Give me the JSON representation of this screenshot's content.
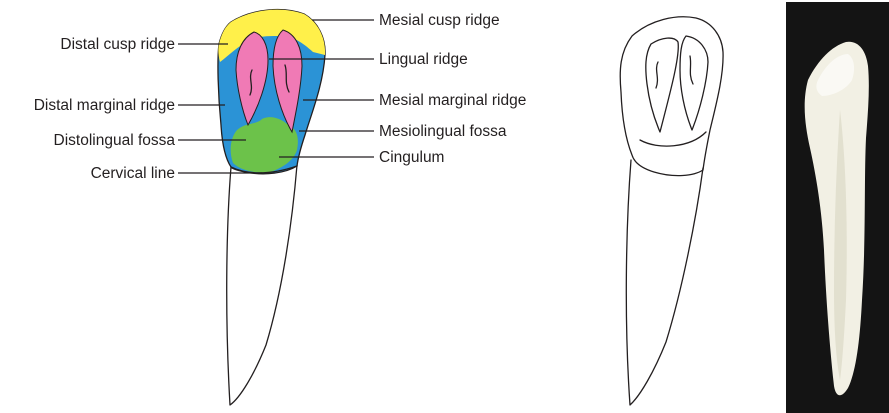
{
  "labels": {
    "left": {
      "distal_cusp_ridge": "Distal cusp ridge",
      "distal_marginal_ridge": "Distal marginal ridge",
      "distolingual_fossa": "Distolingual fossa",
      "cervical_line": "Cervical line"
    },
    "right": {
      "mesial_cusp_ridge": "Mesial cusp ridge",
      "lingual_ridge": "Lingual ridge",
      "mesial_marginal_ridge": "Mesial marginal ridge",
      "mesiolingual_fossa": "Mesiolingual fossa",
      "cingulum": "Cingulum"
    }
  },
  "colors": {
    "cusp_ridges": "#fff04a",
    "marginal_ridges": "#2b93d6",
    "lingual_ridge": "#f07ab5",
    "cingulum": "#6cc24a",
    "outline": "#231f20",
    "photo_background": "#141414",
    "tooth_photo": "#f2f0e4"
  }
}
